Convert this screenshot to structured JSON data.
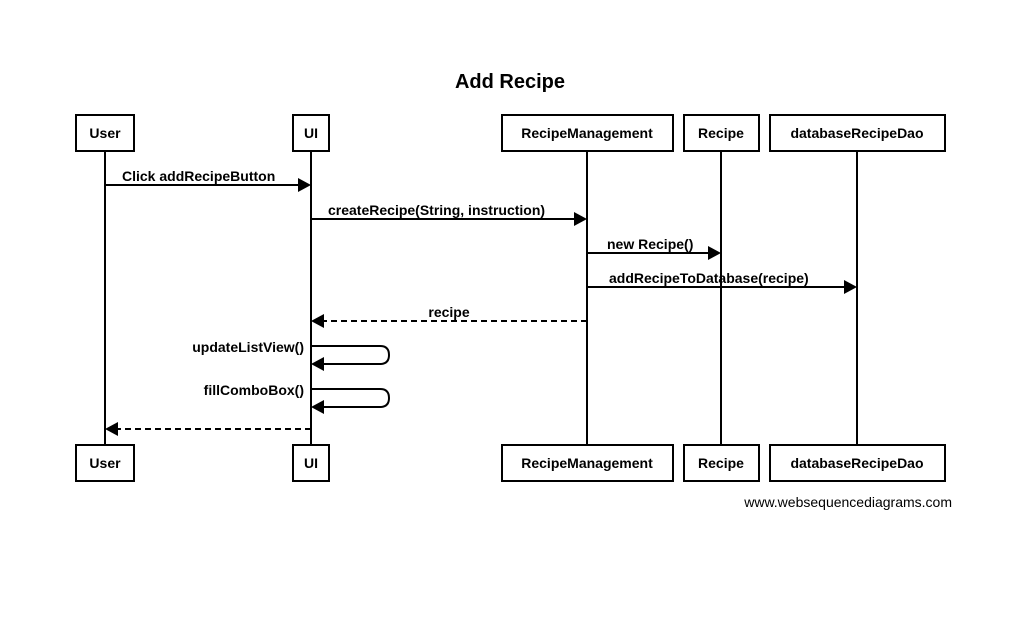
{
  "title": "Add Recipe",
  "participants": [
    {
      "id": "user",
      "label": "User"
    },
    {
      "id": "ui",
      "label": "UI"
    },
    {
      "id": "recipe-management",
      "label": "RecipeManagement"
    },
    {
      "id": "recipe",
      "label": "Recipe"
    },
    {
      "id": "database-recipe-dao",
      "label": "databaseRecipeDao"
    }
  ],
  "messages": [
    {
      "from": "user",
      "to": "ui",
      "label": "Click addRecipeButton",
      "style": "solid"
    },
    {
      "from": "ui",
      "to": "recipe-management",
      "label": "createRecipe(String, instruction)",
      "style": "solid"
    },
    {
      "from": "recipe-management",
      "to": "recipe",
      "label": "new Recipe()",
      "style": "solid"
    },
    {
      "from": "recipe-management",
      "to": "database-recipe-dao",
      "label": "addRecipeToDatabase(recipe)",
      "style": "solid"
    },
    {
      "from": "recipe-management",
      "to": "ui",
      "label": "recipe",
      "style": "dashed"
    },
    {
      "from": "ui",
      "to": "ui",
      "label": "updateListView()",
      "style": "self"
    },
    {
      "from": "ui",
      "to": "ui",
      "label": "fillComboBox()",
      "style": "self"
    },
    {
      "from": "ui",
      "to": "user",
      "label": "",
      "style": "dashed"
    }
  ],
  "watermark": "www.websequencediagrams.com"
}
